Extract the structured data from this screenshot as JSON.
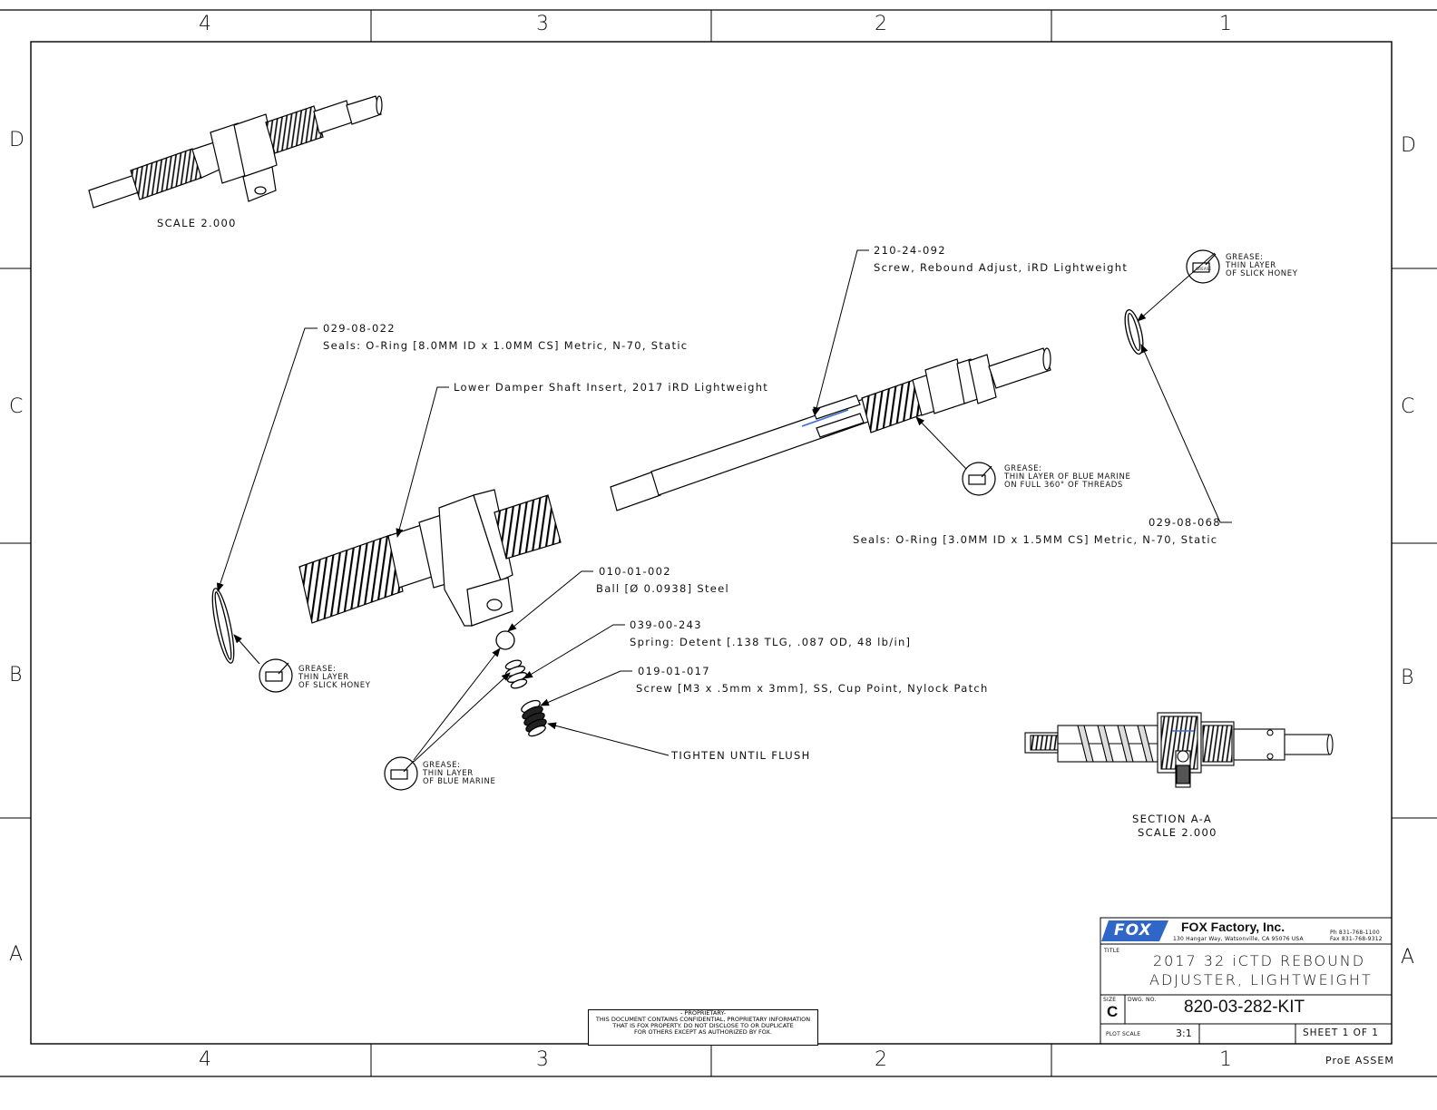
{
  "border": {
    "columns": [
      "4",
      "3",
      "2",
      "1"
    ],
    "rows": [
      "D",
      "C",
      "B",
      "A"
    ]
  },
  "views": {
    "iso_scale": "SCALE  2.000",
    "section_title": "SECTION  A-A",
    "section_scale": "SCALE  2.000"
  },
  "callouts": {
    "screw_pn": "210-24-092",
    "screw_desc": "Screw, Rebound Adjust, iRD Lightweight",
    "oring8_pn": "029-08-022",
    "oring8_desc": "Seals: O-Ring [8.0MM ID x 1.0MM CS] Metric, N-70, Static",
    "insert_desc": "Lower Damper Shaft Insert, 2017 iRD Lightweight",
    "oring3_pn": "029-08-068",
    "oring3_desc": "Seals: O-Ring [3.0MM ID x 1.5MM CS] Metric, N-70, Static",
    "ball_pn": "010-01-002",
    "ball_desc": "Ball [Ø 0.0938] Steel",
    "spring_pn": "039-00-243",
    "spring_desc": "Spring: Detent [.138 TLG, .087 OD, 48 lb/in]",
    "setscrew_pn": "019-01-017",
    "setscrew_desc": "Screw [M3 x .5mm x 3mm], SS, Cup Point, Nylock Patch",
    "tighten": "TIGHTEN UNTIL FLUSH"
  },
  "grease_notes": {
    "slick_honey": "GREASE:\nTHIN LAYER\nOF SLICK HONEY",
    "blue_marine_threads": "GREASE:\nTHIN LAYER OF BLUE MARINE\nON FULL 360° OF THREADS",
    "blue_marine": "GREASE:\nTHIN LAYER\nOF BLUE MARINE",
    "icon_label": "GREASE"
  },
  "proprietary": {
    "heading": "- PROPRIETARY-",
    "line1": "THIS DOCUMENT CONTAINS CONFIDENTIAL, PROPRIETARY INFORMATION",
    "line2": "THAT IS FOX PROPERTY.  DO NOT DISCLOSE TO OR DUPLICATE",
    "line3": "FOR OTHERS EXCEPT AS AUTHORIZED BY FOX."
  },
  "title_block": {
    "logo": "FOX",
    "company": "FOX Factory, Inc.",
    "address": "130 Hangar Way, Watsonville, CA 95076 USA",
    "phone": "Ph 831-768-1100",
    "fax": "Fax 831-768-9312",
    "title_label": "TITLE",
    "title_line1": "2017 32 iCTD REBOUND",
    "title_line2": "ADJUSTER, LIGHTWEIGHT",
    "size_label": "SIZE",
    "size": "C",
    "dwg_label": "DWG. NO.",
    "dwg_no": "820-03-282-KIT",
    "plot_scale_label": "PLOT SCALE",
    "plot_scale": "3:1",
    "sheet": "SHEET 1 OF 1",
    "footer": "ProE ASSEM"
  },
  "colors": {
    "logo_blue": "#2f66c8",
    "highlight_blue": "#3b6fd6"
  }
}
